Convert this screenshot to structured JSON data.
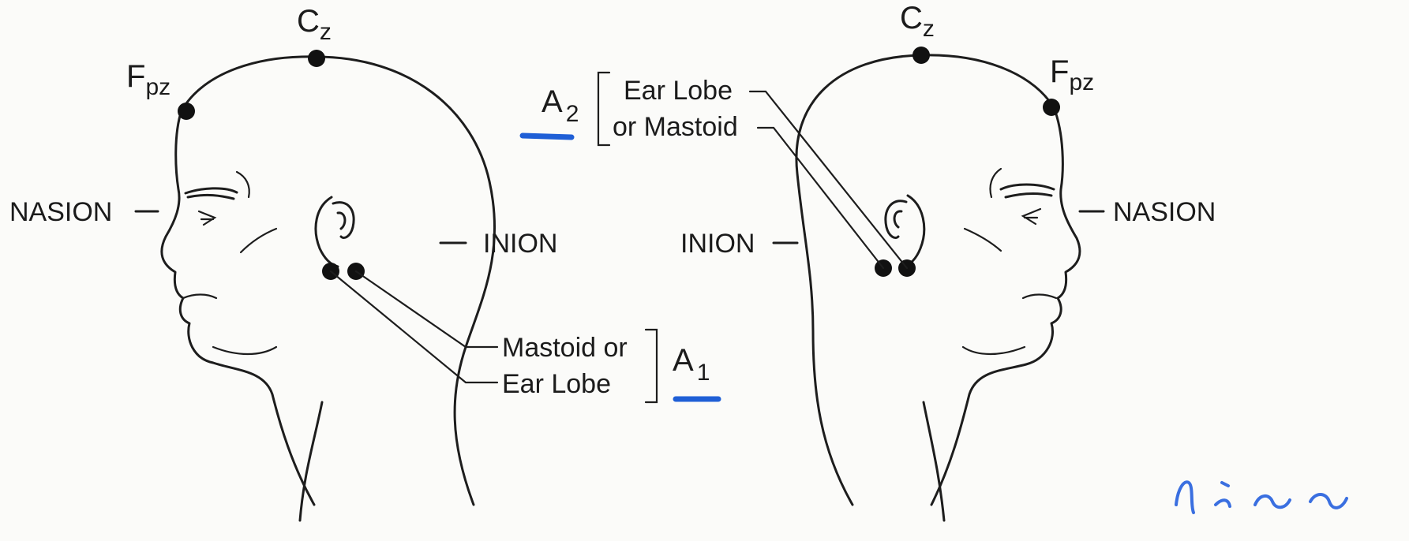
{
  "diagram": {
    "left_head": {
      "top_electrode": {
        "main": "C",
        "sub": "z"
      },
      "front_electrode": {
        "main": "F",
        "sub": "pz"
      },
      "nasion_label": "NASION",
      "inion_label": "INION",
      "ear_label_line1": "Mastoid or",
      "ear_label_line2": "Ear Lobe",
      "reference": {
        "main": "A",
        "sub": "1"
      }
    },
    "right_head": {
      "top_electrode": {
        "main": "C",
        "sub": "z"
      },
      "front_electrode": {
        "main": "F",
        "sub": "pz"
      },
      "nasion_label": "NASION",
      "inion_label": "INION",
      "ear_label_line1": "Ear Lobe",
      "ear_label_line2": "or Mastoid",
      "reference": {
        "main": "A",
        "sub": "2"
      }
    },
    "colors": {
      "ink": "#1d1d1d",
      "highlight": "#1f5fd6",
      "paper": "#fbfbf9"
    }
  }
}
